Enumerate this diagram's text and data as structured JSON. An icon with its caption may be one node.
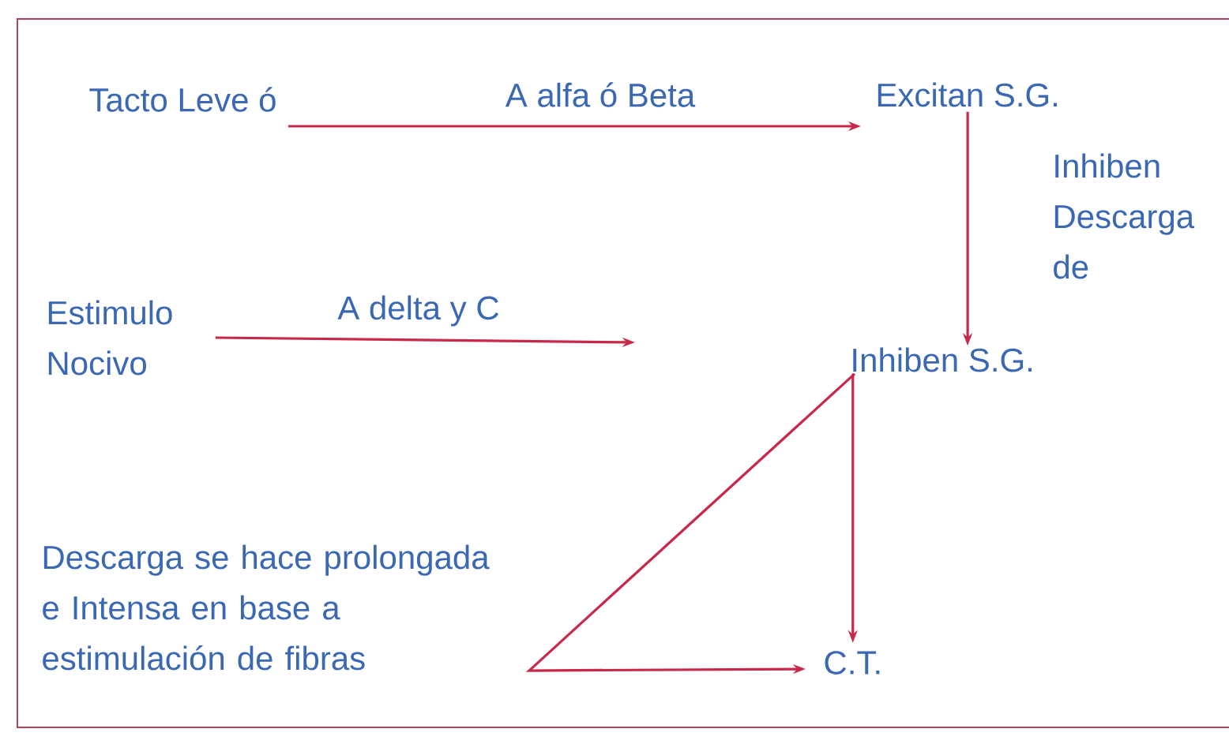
{
  "diagram": {
    "nodes": [
      {
        "text": [
          "Tacto Leve ó"
        ]
      },
      {
        "text": [
          "Excitan S.G."
        ]
      },
      {
        "text": [
          "Estimulo Nocivo"
        ]
      },
      {
        "text": [
          "Inhiben S.G."
        ]
      },
      {
        "text": [
          "Descarga se hace prolongada e Intensa en base a estimulación de fibras"
        ]
      },
      {
        "text": [
          "C.T."
        ]
      }
    ],
    "edges": [
      {
        "from": 0,
        "to": 1,
        "arrow": "to",
        "label": "A alfa ó Beta"
      },
      {
        "from": 1,
        "to": 3,
        "arrow": "to",
        "label": "Inhiben Descarga de"
      },
      {
        "from": 2,
        "to": null,
        "arrow": "to",
        "label": "A delta y C"
      },
      {
        "from": 3,
        "to": 5,
        "arrow": "to"
      },
      {
        "from": 3,
        "to": 5,
        "arrow": "to"
      }
    ]
  }
}
